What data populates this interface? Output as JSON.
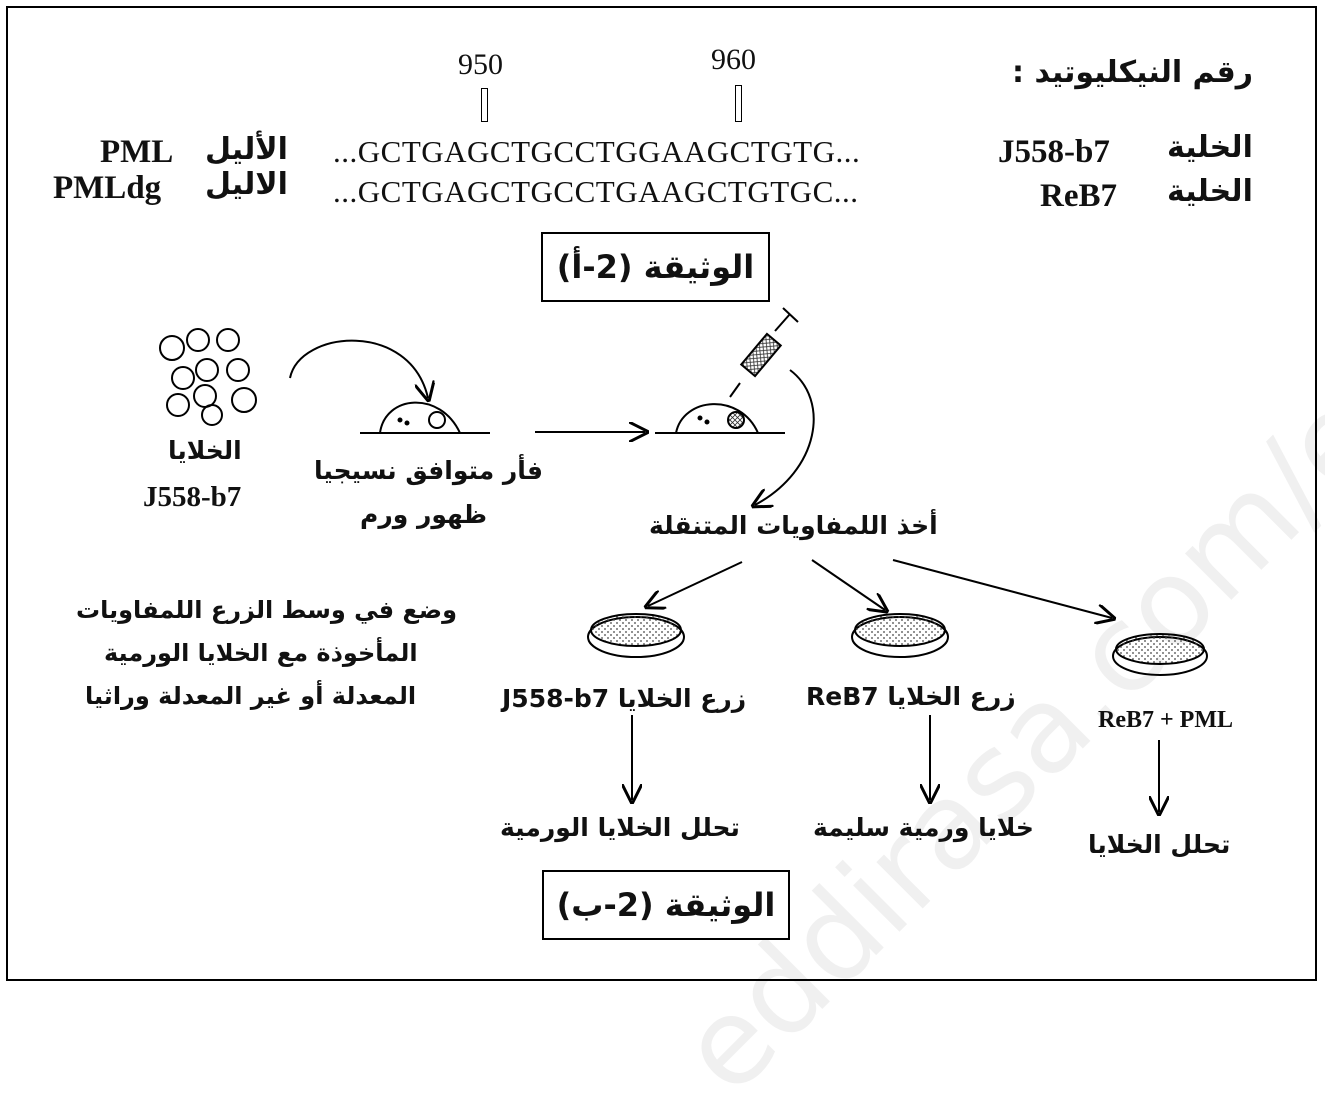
{
  "doc_a": {
    "caption": "الوثيقة (2-أ)",
    "nucleotide_label": "رقم النيكليوتيد :",
    "pos_950": "950",
    "pos_960": "960",
    "row1": {
      "cell_word": "الخلية",
      "cell_name": "J558-b7",
      "sequence": "...GCTGAGCTGCCTGGAAGCTGTG...",
      "allele_word": "الأليل",
      "allele_name": "PML"
    },
    "row2": {
      "cell_word": "الخلية",
      "cell_name": "ReB7",
      "sequence": "...GCTGAGCTGCCTGAAGCTGTGC...",
      "allele_word": "الاليل",
      "allele_name": "PMLdg"
    }
  },
  "doc_b": {
    "caption": "الوثيقة (2-ب)",
    "cells_word": "الخلايا",
    "cells_name": "J558-b7",
    "mouse_line1": "فأر متوافق نسيجيا",
    "mouse_line2": "ظهور ورم",
    "take_lymphocytes": "أخذ اللمفاويات المتنقلة",
    "note_lines": [
      "وضع في وسط الزرع اللمفاويات",
      "المأخوذة مع الخلايا الورمية",
      "المعدلة أو غير المعدلة وراثيا"
    ],
    "culture1": "زرع الخلايا J558-b7",
    "culture2": "زرع الخلايا ReB7",
    "culture3": "ReB7 + PML",
    "result1": "تحلل الخلايا الورمية",
    "result2": "خلايا ورمية سليمة",
    "result3": "تحلل الخلايا"
  },
  "watermark": "eddirasa.com/exams"
}
